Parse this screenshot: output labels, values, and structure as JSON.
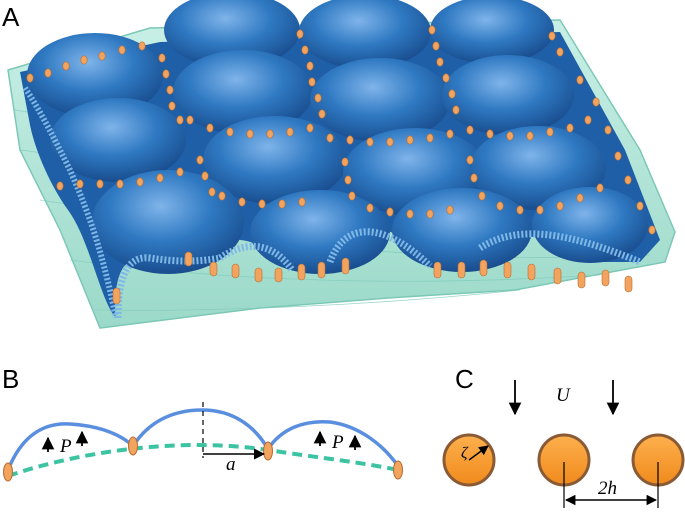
{
  "panels": {
    "a": {
      "label": "A"
    },
    "b": {
      "label": "B",
      "pressure_symbol": "P",
      "radius_symbol": "a"
    },
    "c": {
      "label": "C",
      "flow_symbol": "U",
      "zeta_symbol": "ζ",
      "spacing_symbol": "2h"
    }
  },
  "colors": {
    "dome_blue": "#2a74bb",
    "tissue_teal": "#aee3d6",
    "junction_orange": "#f2a35e",
    "membrane_line": "#5a8fe0",
    "dashed_green": "#3cc3a2",
    "cell_orange": "#f7962b",
    "cell_border": "#8a5a35"
  },
  "icons": [
    "up-arrow-icon",
    "down-arrow-icon",
    "radius-arrow-icon",
    "dimension-arrow-icon"
  ]
}
